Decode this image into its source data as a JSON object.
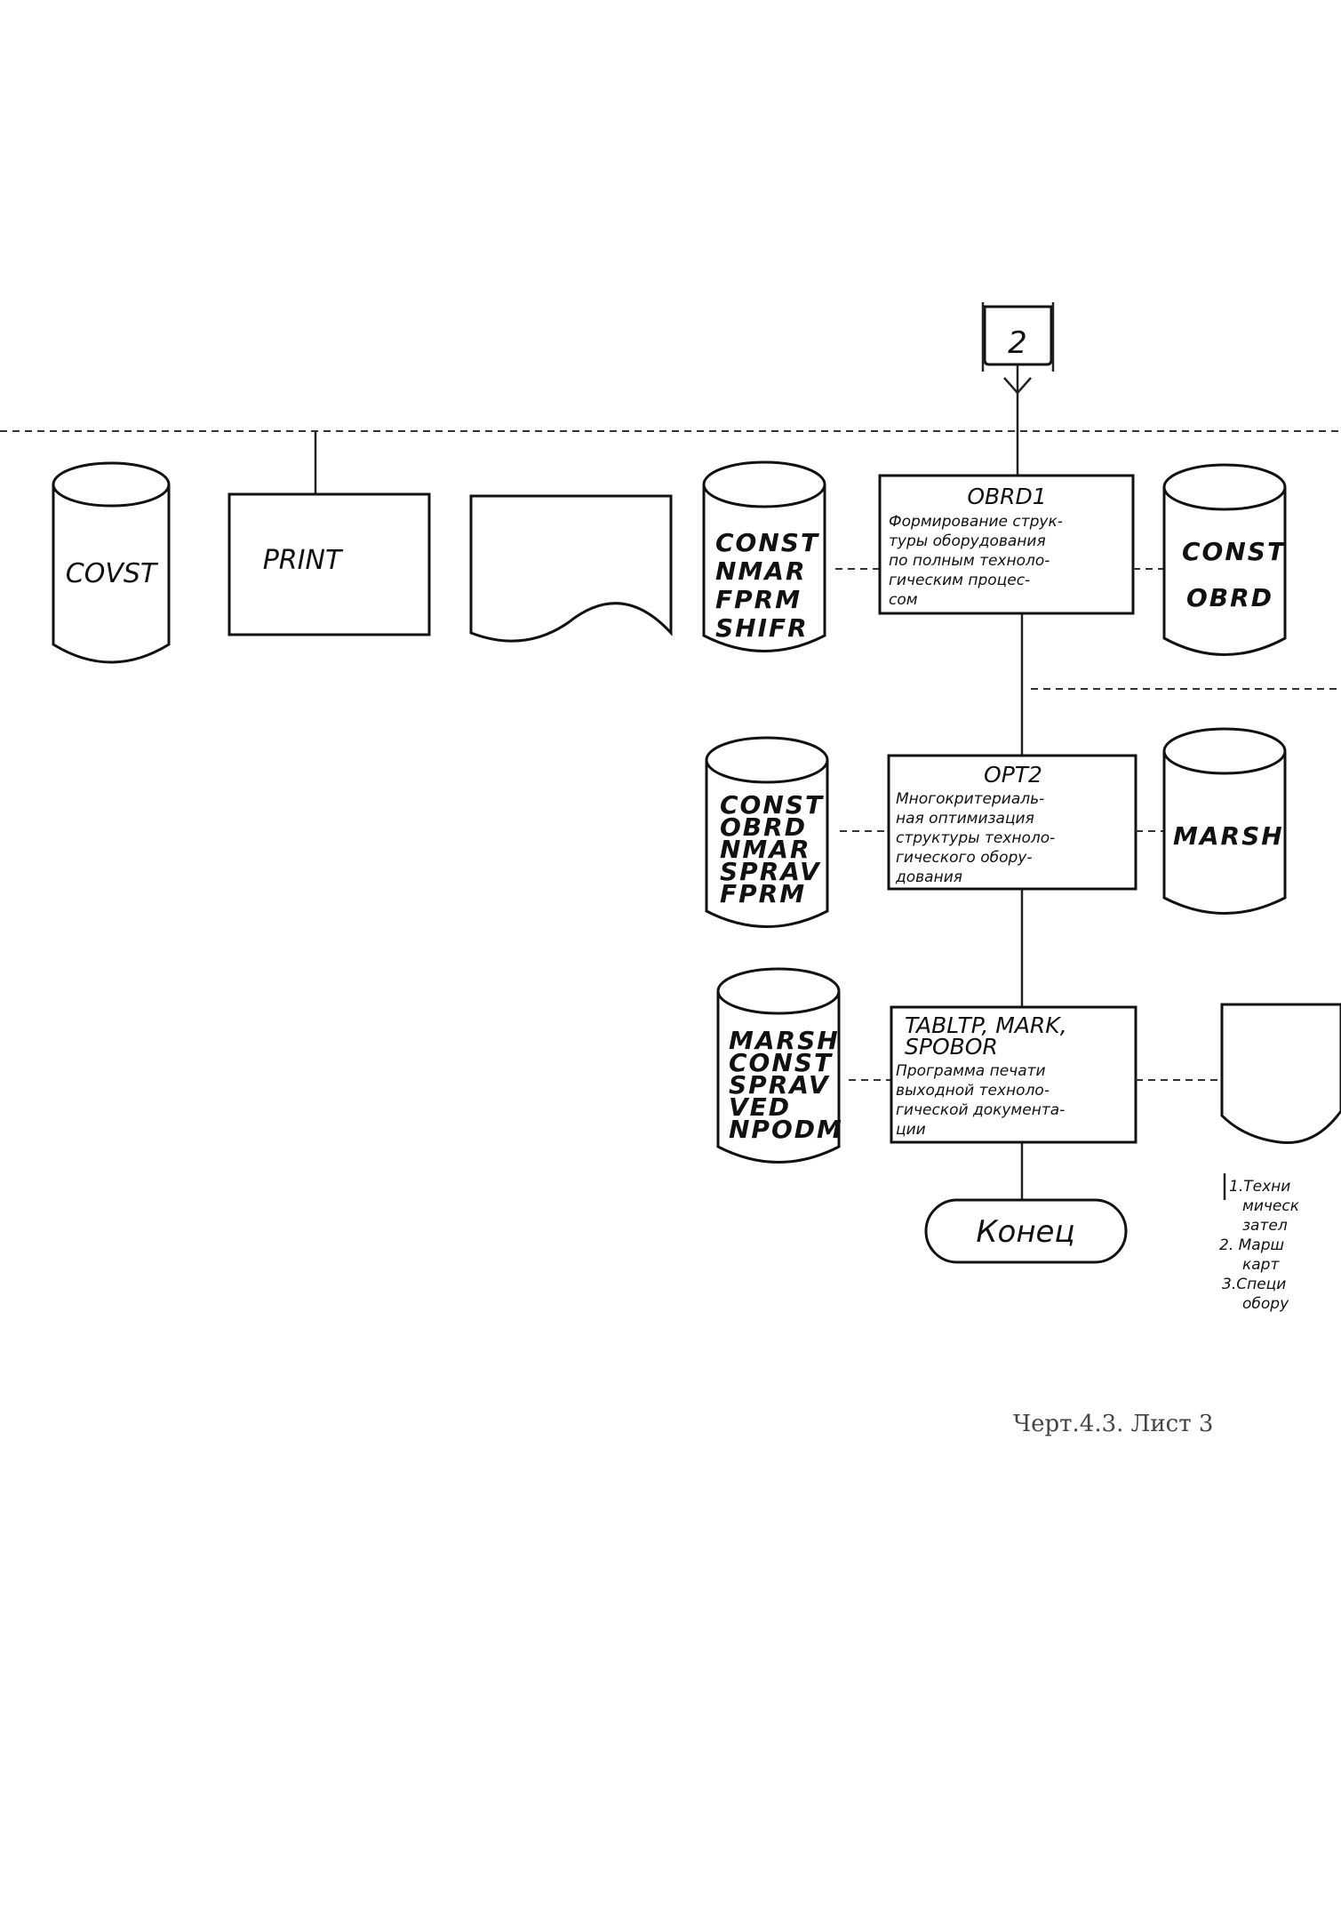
{
  "connector": {
    "label": "2"
  },
  "left_group": {
    "cylinder_label": "COVST",
    "print_box_label": "PRINT"
  },
  "rows": [
    {
      "input_cylinder": [
        "CONST",
        "NMAR",
        "FPRM",
        "SHIFR"
      ],
      "process": {
        "title": "OBRD1",
        "description": [
          "Формирование струк-",
          "туры оборудования",
          "по полным техноло-",
          "гическим процес-",
          "сом"
        ]
      },
      "output_cylinder": [
        "CONST",
        "OBRD"
      ]
    },
    {
      "input_cylinder": [
        "CONST",
        "OBRD",
        "NMAR",
        "SPRAV",
        "FPRM"
      ],
      "process": {
        "title": "OPT2",
        "description": [
          "Многокритериаль-",
          "ная оптимизация",
          "структуры техноло-",
          "гического обору-",
          "дования"
        ]
      },
      "output_cylinder": [
        "MARSH"
      ]
    },
    {
      "input_cylinder": [
        "MARSH",
        "CONST",
        "SPRAV",
        "VED",
        "NPODM"
      ],
      "process": {
        "title": "TABLTP, MARK,",
        "title2": "SPOBOR",
        "description": [
          "Программа печати",
          "выходной техноло-",
          "гической документа-",
          "ции"
        ]
      },
      "output_document": {
        "notes": [
          "1.Техни",
          "мическ",
          "зател",
          "2. Марш",
          "карт",
          "3.Специ",
          "обору"
        ]
      }
    }
  ],
  "terminator": {
    "label": "Конец"
  },
  "caption": "Черт.4.3. Лист 3"
}
